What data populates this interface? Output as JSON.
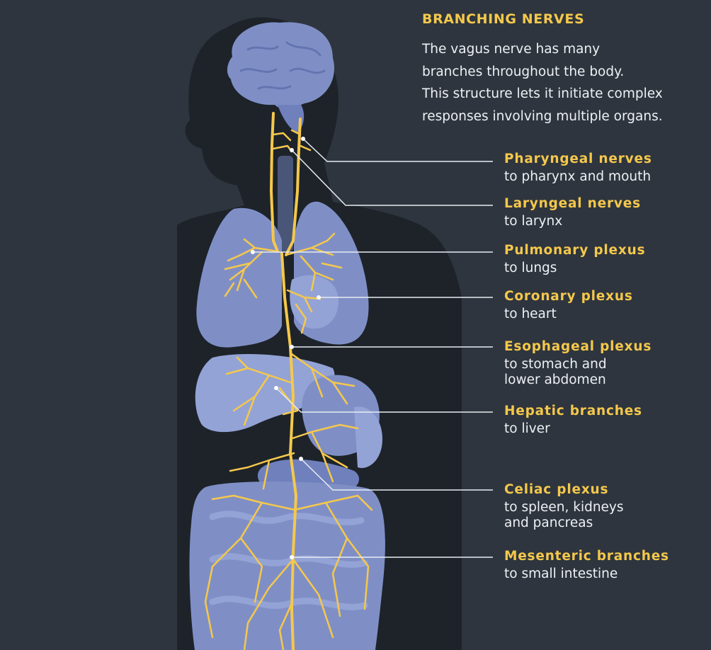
{
  "title": "BRANCHING NERVES",
  "intro_lines": [
    "The vagus nerve has many",
    "branches throughout the body.",
    "This structure lets it initiate complex",
    "responses involving multiple organs."
  ],
  "branches": [
    {
      "name": "Pharyngeal nerves",
      "desc": [
        "to pharynx and mouth"
      ]
    },
    {
      "name": "Laryngeal nerves",
      "desc": [
        "to larynx"
      ]
    },
    {
      "name": "Pulmonary plexus",
      "desc": [
        "to lungs"
      ]
    },
    {
      "name": "Coronary plexus",
      "desc": [
        "to heart"
      ]
    },
    {
      "name": "Esophageal plexus",
      "desc": [
        "to stomach and",
        "lower abdomen"
      ]
    },
    {
      "name": "Hepatic branches",
      "desc": [
        "to liver"
      ]
    },
    {
      "name": "Celiac plexus",
      "desc": [
        "to spleen, kidneys",
        "and pancreas"
      ]
    },
    {
      "name": "Mesenteric branches",
      "desc": [
        "to small intestine"
      ]
    }
  ],
  "colors": {
    "background": "#2e353e",
    "silhouette": "#1d2329",
    "organ": "#7f8fc6",
    "organ_light": "#93a3d6",
    "nerve": "#f5c84c",
    "heading": "#f5c84c",
    "text": "#eef1f6",
    "leader_line": "#e8ecf2"
  }
}
